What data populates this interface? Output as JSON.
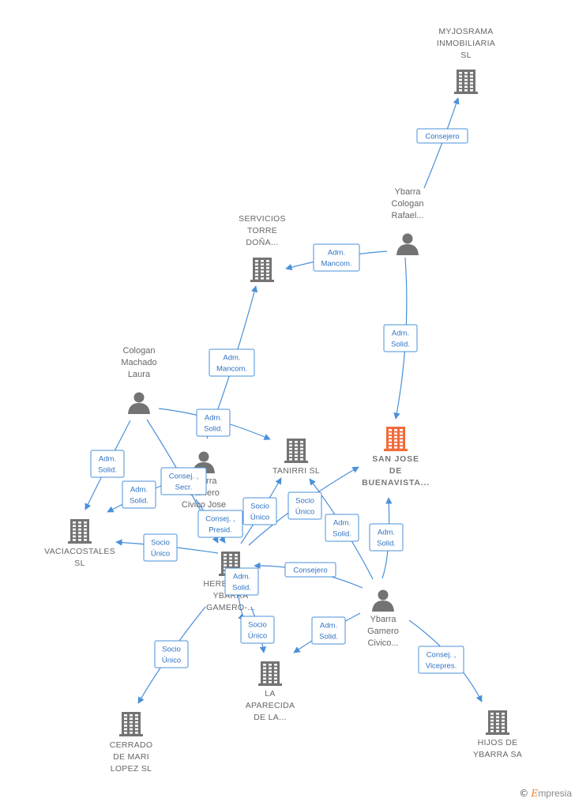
{
  "nodes": [
    {
      "id": "myjosrama",
      "kind": "company",
      "label": [
        "MYJOSRAMA",
        "INMOBILIARIA",
        "SL"
      ]
    },
    {
      "id": "ybarra_cologan",
      "kind": "person",
      "label": [
        "Ybarra",
        "Cologan",
        "Rafael..."
      ]
    },
    {
      "id": "servicios",
      "kind": "company",
      "label": [
        "SERVICIOS",
        "TORRE",
        "DOÑA..."
      ]
    },
    {
      "id": "cologan_machado",
      "kind": "person",
      "label": [
        "Cologan",
        "Machado",
        "Laura"
      ]
    },
    {
      "id": "ybarra_civico_jose",
      "kind": "person",
      "label": [
        "Ybarra",
        "Gamero",
        "Civico Jose"
      ]
    },
    {
      "id": "tanirri",
      "kind": "company",
      "label": [
        "TANIRRI  SL"
      ]
    },
    {
      "id": "san_jose",
      "kind": "focus",
      "label": [
        "SAN JOSE",
        "DE",
        "BUENAVISTA..."
      ]
    },
    {
      "id": "vaciacostales",
      "kind": "company",
      "label": [
        "VACIACOSTALES",
        "SL"
      ]
    },
    {
      "id": "herederos",
      "kind": "company",
      "label": [
        "HEREDEROS",
        "YBARRA",
        "GAMERO-..."
      ]
    },
    {
      "id": "ybarra_gamero",
      "kind": "person",
      "label": [
        "Ybarra",
        "Gamero",
        "Civico..."
      ]
    },
    {
      "id": "aparecida",
      "kind": "company",
      "label": [
        "LA",
        "APARECIDA",
        "DE LA..."
      ]
    },
    {
      "id": "cerrado",
      "kind": "company",
      "label": [
        "CERRADO",
        "DE MARI",
        "LOPEZ SL"
      ]
    },
    {
      "id": "hijos",
      "kind": "company",
      "label": [
        "HIJOS DE",
        "YBARRA SA"
      ]
    }
  ],
  "edges": [
    {
      "id": "e1",
      "label": [
        "Consejero"
      ]
    },
    {
      "id": "e2",
      "label": [
        "Adm.",
        "Mancom."
      ]
    },
    {
      "id": "e3",
      "label": [
        "Adm.",
        "Solid."
      ]
    },
    {
      "id": "e4",
      "label": [
        "Adm.",
        "Mancom."
      ]
    },
    {
      "id": "e5",
      "label": [
        "Adm.",
        "Solid."
      ]
    },
    {
      "id": "e6",
      "label": [
        "Adm.",
        "Solid."
      ]
    },
    {
      "id": "e7",
      "label": [
        "Adm.",
        "Solid."
      ]
    },
    {
      "id": "e8",
      "label": [
        "Consej. ,",
        "Secr."
      ]
    },
    {
      "id": "e9",
      "label": [
        "Consej. ,",
        "Presid."
      ]
    },
    {
      "id": "e10",
      "label": [
        "Socio",
        "Único"
      ]
    },
    {
      "id": "e11",
      "label": [
        "Socio",
        "Único"
      ]
    },
    {
      "id": "e12",
      "label": [
        "Socio",
        "Único"
      ]
    },
    {
      "id": "e13",
      "label": [
        "Adm.",
        "Solid."
      ]
    },
    {
      "id": "e14",
      "label": [
        "Adm.",
        "Solid."
      ]
    },
    {
      "id": "e15",
      "label": [
        "Consejero"
      ]
    },
    {
      "id": "e16",
      "label": [
        "Adm.",
        "Solid."
      ]
    },
    {
      "id": "e17",
      "label": [
        "Socio",
        "Único"
      ]
    },
    {
      "id": "e18",
      "label": [
        "Adm.",
        "Solid."
      ]
    },
    {
      "id": "e19",
      "label": [
        "Socio",
        "Único"
      ]
    },
    {
      "id": "e20",
      "label": [
        "Consej. ,",
        "Vicepres."
      ]
    }
  ],
  "colors": {
    "edge": "#4a90d9",
    "icon": "#737373",
    "focus": "#f26b3a"
  },
  "footer": {
    "copyright": "©",
    "brand_initial": "E",
    "brand_rest": "mpresia"
  }
}
